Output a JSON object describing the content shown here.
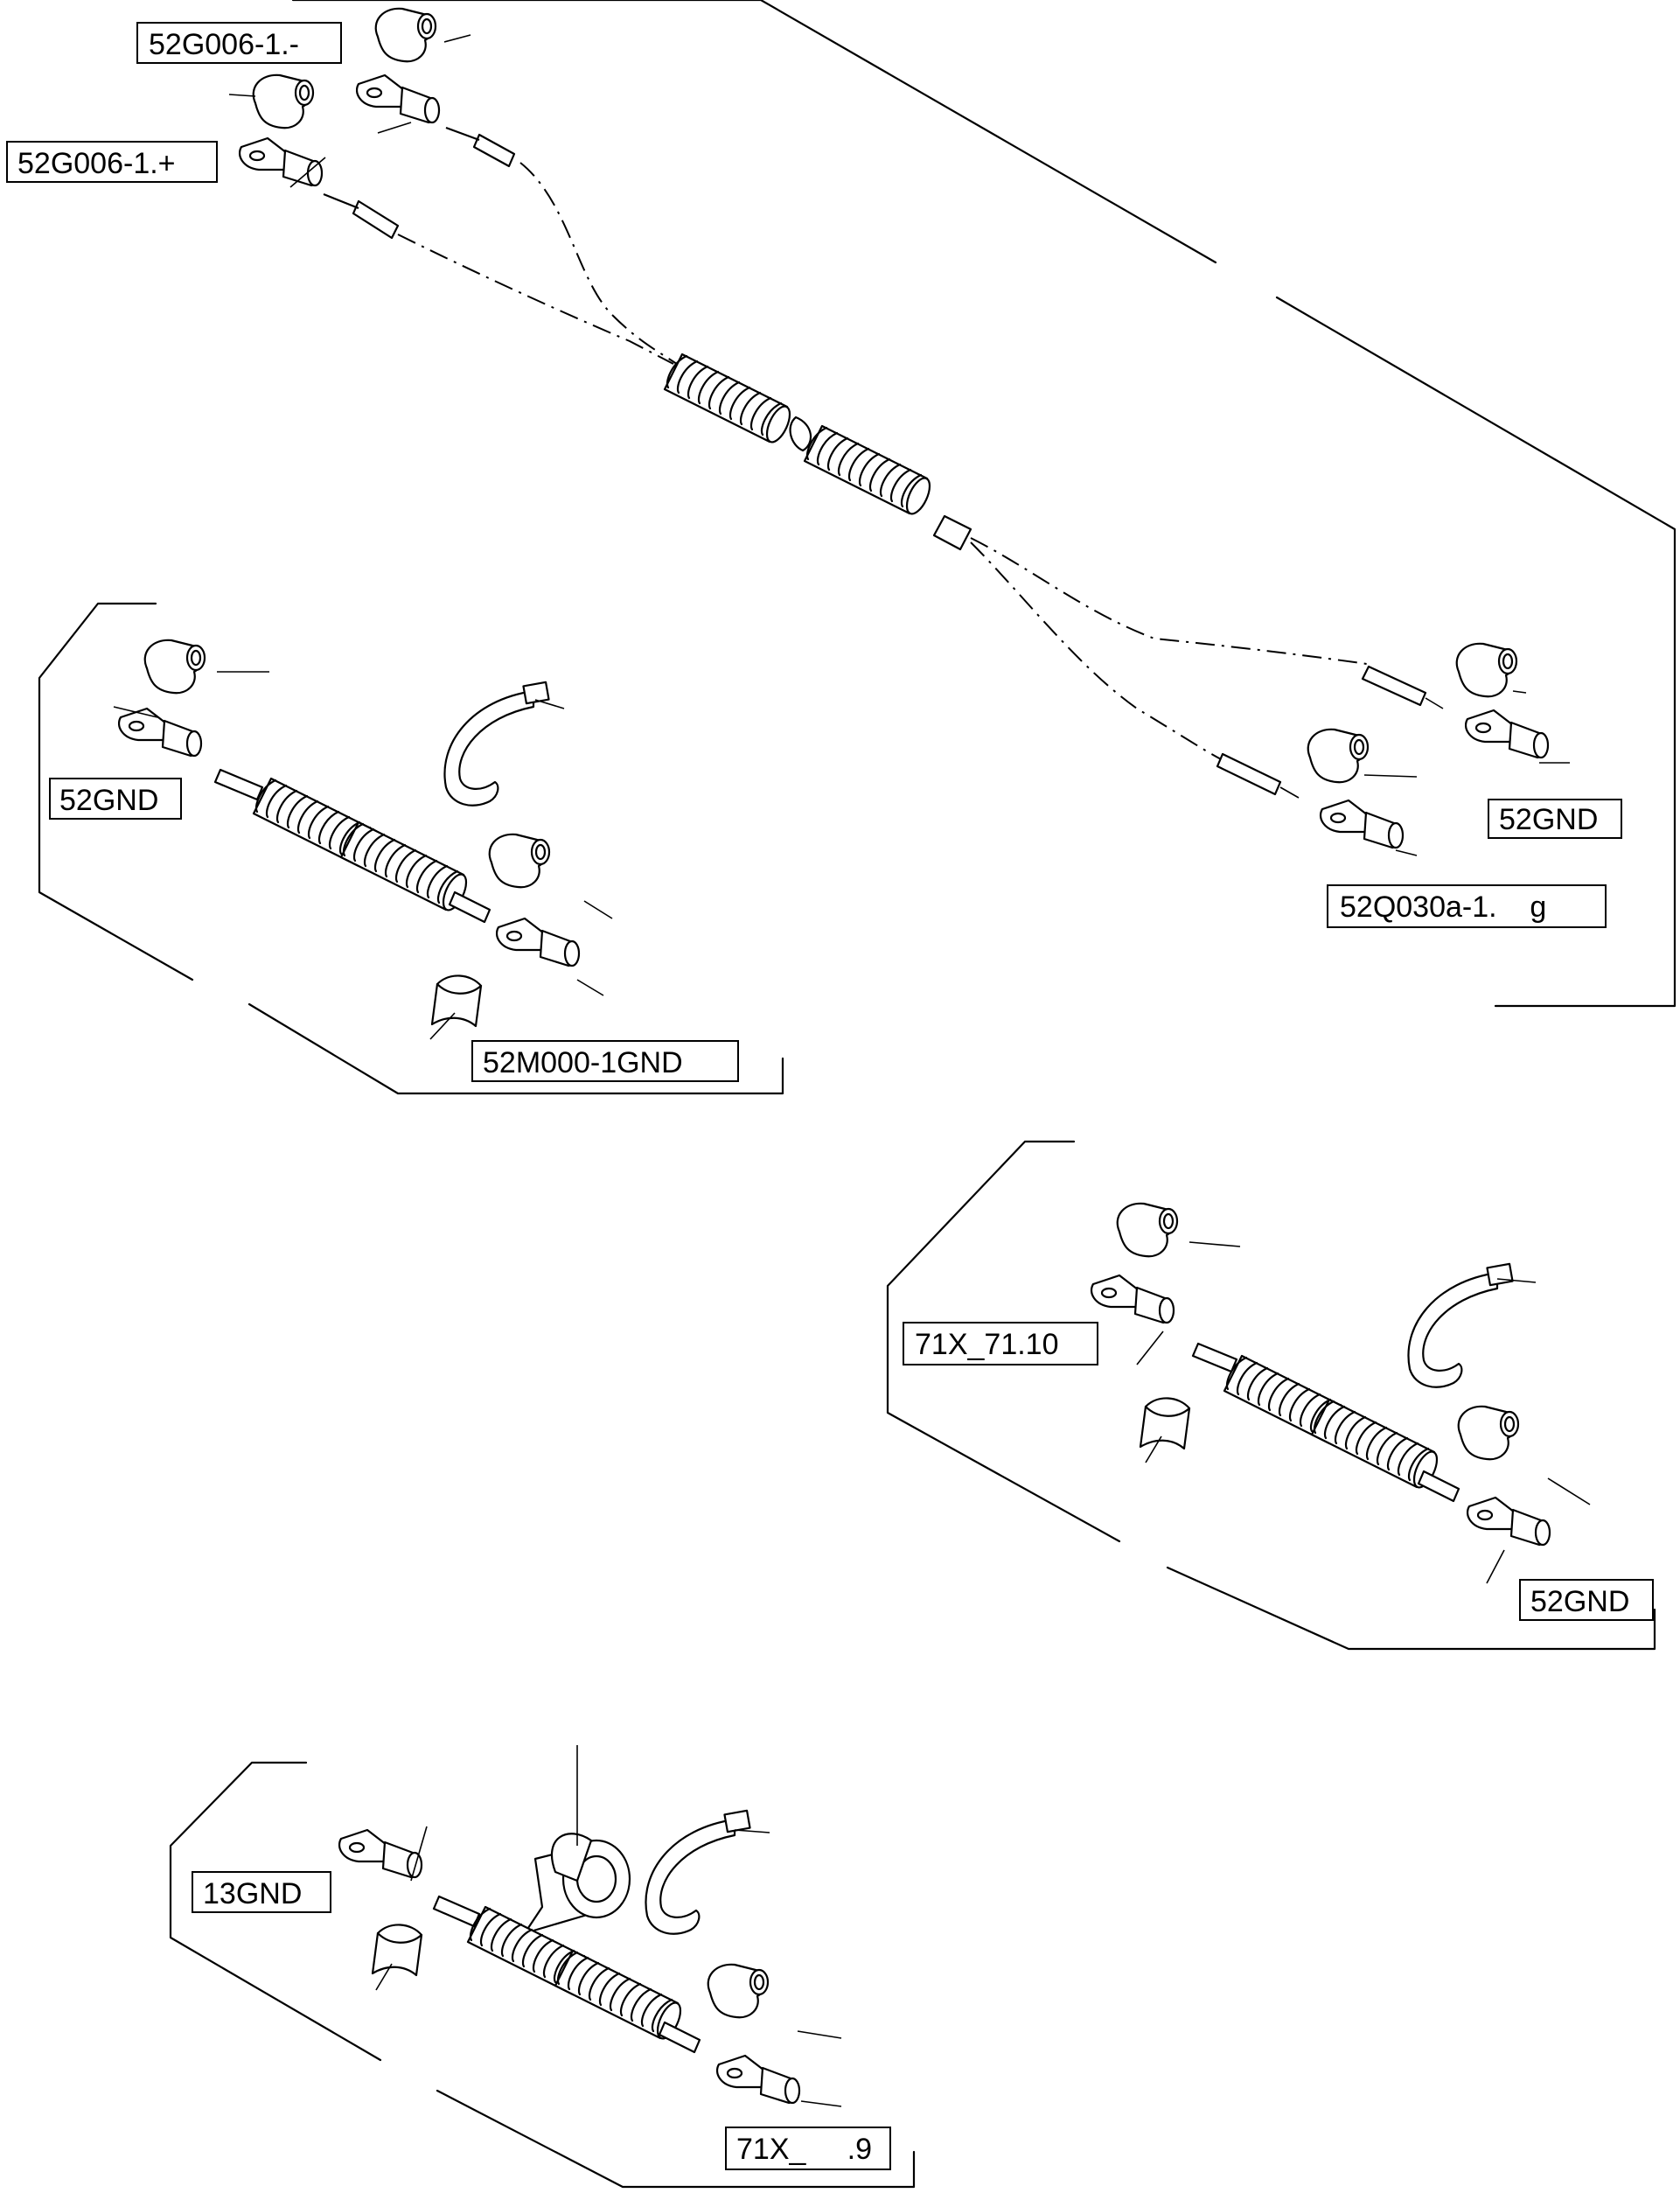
{
  "labels": {
    "top_neg": "52G006-1.-",
    "top_pos": "52G006-1.+",
    "mid_right_gnd": "52GND",
    "mid_right_q": "52Q030a-1.    g",
    "left_gnd": "52GND",
    "left_m": "52M000-1GND",
    "right_x": "71X_71.10",
    "right_gnd": "52GND",
    "bottom_gnd": "13GND",
    "bottom_x": "71X_     .9"
  },
  "icons": [
    "boot-cap-icon",
    "ring-lug-icon",
    "corrugated-conduit-icon",
    "cable-tie-icon",
    "tape-roll-icon",
    "sleeve-icon"
  ]
}
